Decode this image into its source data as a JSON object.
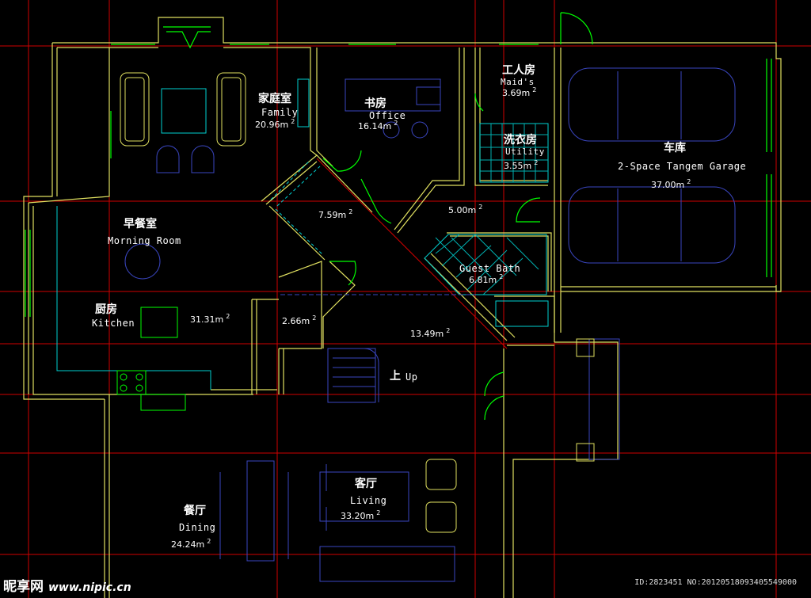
{
  "rooms": {
    "family": {
      "cn": "家庭室",
      "en": "Family",
      "area": "20.96m",
      "sup": "2"
    },
    "office": {
      "cn": "书房",
      "en": "Office",
      "area": "16.14m",
      "sup": "2"
    },
    "maid": {
      "cn": "工人房",
      "en": "Maid's",
      "area": "3.69m",
      "sup": "2"
    },
    "utility": {
      "cn": "洗衣房",
      "en": "Utility",
      "area": "3.55m",
      "sup": "2"
    },
    "garage": {
      "cn": "车库",
      "en": "2-Space Tangem Garage",
      "area": "37.00m",
      "sup": "2"
    },
    "hall1": {
      "area": "7.59m",
      "sup": "2"
    },
    "hall2": {
      "area": "5.00m",
      "sup": "2"
    },
    "morning": {
      "cn": "早餐室",
      "en": "Morning Room"
    },
    "bath": {
      "en": "Guest Bath",
      "area": "6.81m",
      "sup": "2"
    },
    "kitchen": {
      "cn": "厨房",
      "en": "Kitchen",
      "area": "31.31m",
      "sup": "2"
    },
    "closet": {
      "area": "2.66m",
      "sup": "2"
    },
    "foyer": {
      "area": "13.49m",
      "sup": "2"
    },
    "stair": {
      "cn": "上",
      "en": "Up"
    },
    "living": {
      "cn": "客厅",
      "en": "Living",
      "area": "33.20m",
      "sup": "2"
    },
    "dining": {
      "cn": "餐厅",
      "en": "Dining",
      "area": "24.24m",
      "sup": "2"
    }
  },
  "watermark": {
    "brand": "昵享网",
    "url": "www.nipic.cn",
    "id": "ID:2823451 NO:20120518093405549000"
  },
  "colors": {
    "wall": "#e0e060",
    "grid": "#e00000",
    "window": "#00ff00",
    "furniture": "#3a46c0",
    "fixture": "#00d0d0",
    "door": "#00ff00"
  }
}
